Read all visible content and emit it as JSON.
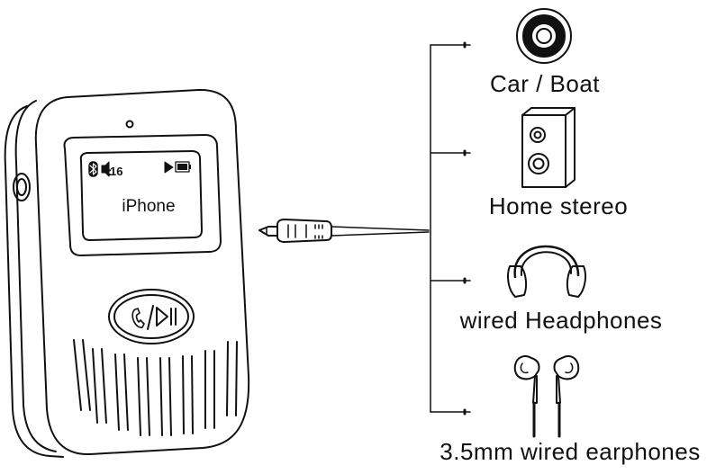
{
  "device": {
    "screen_text": "iPhone",
    "status_volume": "16",
    "button_icons": [
      "phone-icon",
      "play-pause-icon"
    ]
  },
  "outputs": [
    {
      "label": "Car / Boat",
      "icon": "speaker-icon"
    },
    {
      "label": "Home stereo",
      "icon": "stereo-speaker-icon"
    },
    {
      "label": "wired Headphones",
      "icon": "headphones-icon"
    },
    {
      "label": "3.5mm wired earphones",
      "icon": "earphones-icon"
    }
  ]
}
